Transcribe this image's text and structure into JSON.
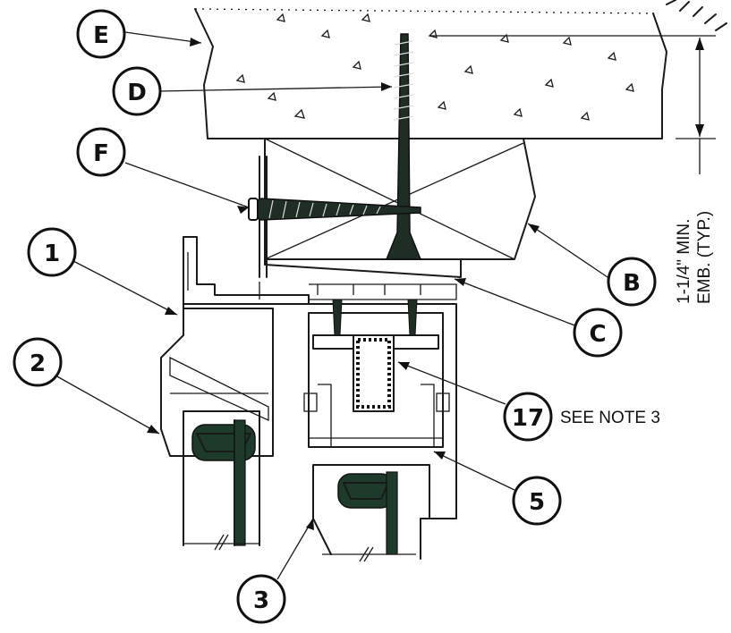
{
  "callouts": [
    {
      "id": "E",
      "label": "E"
    },
    {
      "id": "D",
      "label": "D"
    },
    {
      "id": "F",
      "label": "F"
    },
    {
      "id": "1",
      "label": "1"
    },
    {
      "id": "2",
      "label": "2"
    },
    {
      "id": "B",
      "label": "B"
    },
    {
      "id": "C",
      "label": "C"
    },
    {
      "id": "17",
      "label": "17"
    },
    {
      "id": "5",
      "label": "5"
    },
    {
      "id": "3",
      "label": "3"
    }
  ],
  "notes": {
    "see_note": "SEE NOTE 3",
    "dimension_line1": "1-1/4\" MIN.",
    "dimension_line2": "EMB. (TYP.)"
  },
  "colors": {
    "line": "#1a1a1a",
    "glazing_gasket": "#1e3a2a"
  }
}
